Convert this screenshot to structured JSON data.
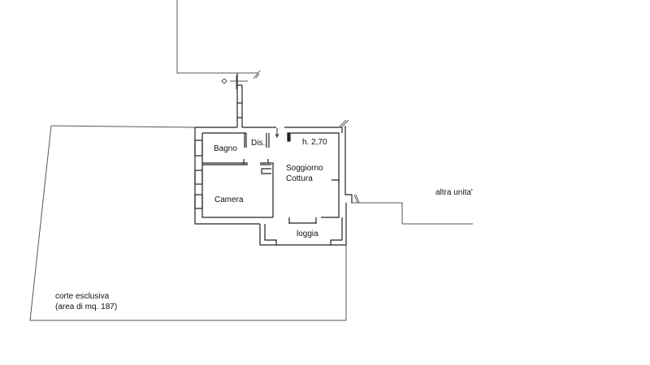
{
  "plan": {
    "rooms": [
      {
        "id": "bagno",
        "label": "Bagno"
      },
      {
        "id": "dis",
        "label": "Dis."
      },
      {
        "id": "soggiorno",
        "label": "Soggiorno"
      },
      {
        "id": "cottura",
        "label": "Cottura"
      },
      {
        "id": "camera",
        "label": "Camera"
      },
      {
        "id": "loggia",
        "label": "loggia"
      }
    ],
    "height_label": "h. 2,70",
    "courtyard": {
      "line1": "corte esclusiva",
      "line2": "(area di mq. 187)"
    },
    "neighbor_label": "altra unita'"
  },
  "colors": {
    "wall": "#222222",
    "thin_line": "#555555",
    "background": "#ffffff"
  }
}
